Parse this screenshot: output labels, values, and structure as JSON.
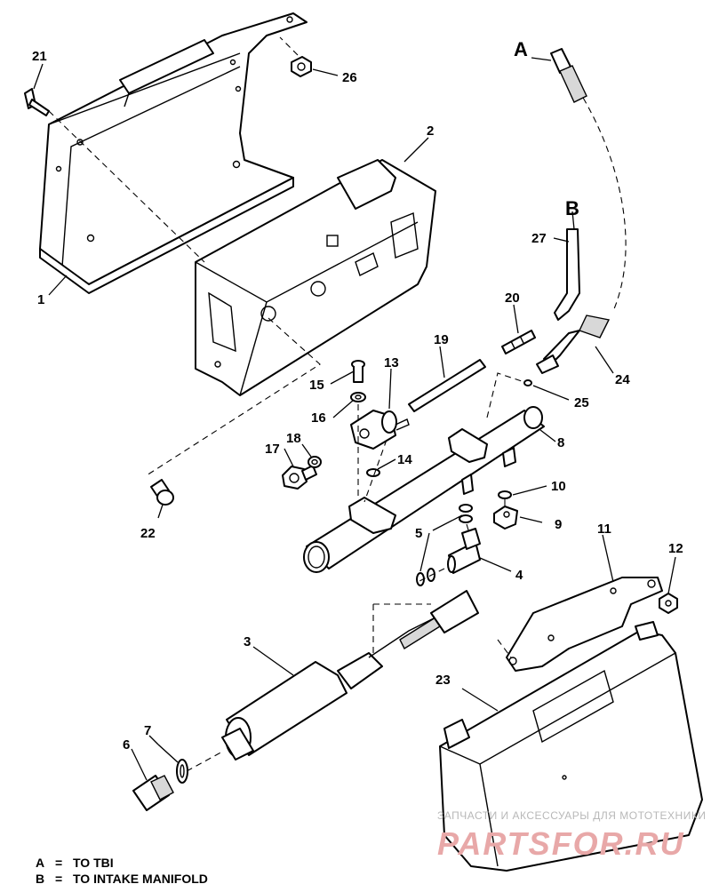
{
  "callouts": {
    "c1": "1",
    "c2": "2",
    "c3": "3",
    "c4": "4",
    "c5": "5",
    "c6": "6",
    "c7": "7",
    "c8": "8",
    "c9": "9",
    "c10": "10",
    "c11": "11",
    "c12": "12",
    "c13": "13",
    "c14": "14",
    "c15": "15",
    "c16": "16",
    "c17": "17",
    "c18": "18",
    "c19": "19",
    "c20": "20",
    "c21": "21",
    "c22": "22",
    "c23": "23",
    "c24": "24",
    "c25": "25",
    "c26": "26",
    "c27": "27"
  },
  "connectors": {
    "a": "A",
    "b": "B"
  },
  "legend": {
    "a_key": "A",
    "a_eq": "=",
    "a_text": "TO TBI",
    "b_key": "B",
    "b_eq": "=",
    "b_text": "TO INTAKE MANIFOLD"
  },
  "watermark": {
    "tagline": "ЗАПЧАСТИ И АКСЕССУАРЫ ДЛЯ МОТОТЕХНИКИ",
    "brand": "PARTSFOR.RU"
  }
}
